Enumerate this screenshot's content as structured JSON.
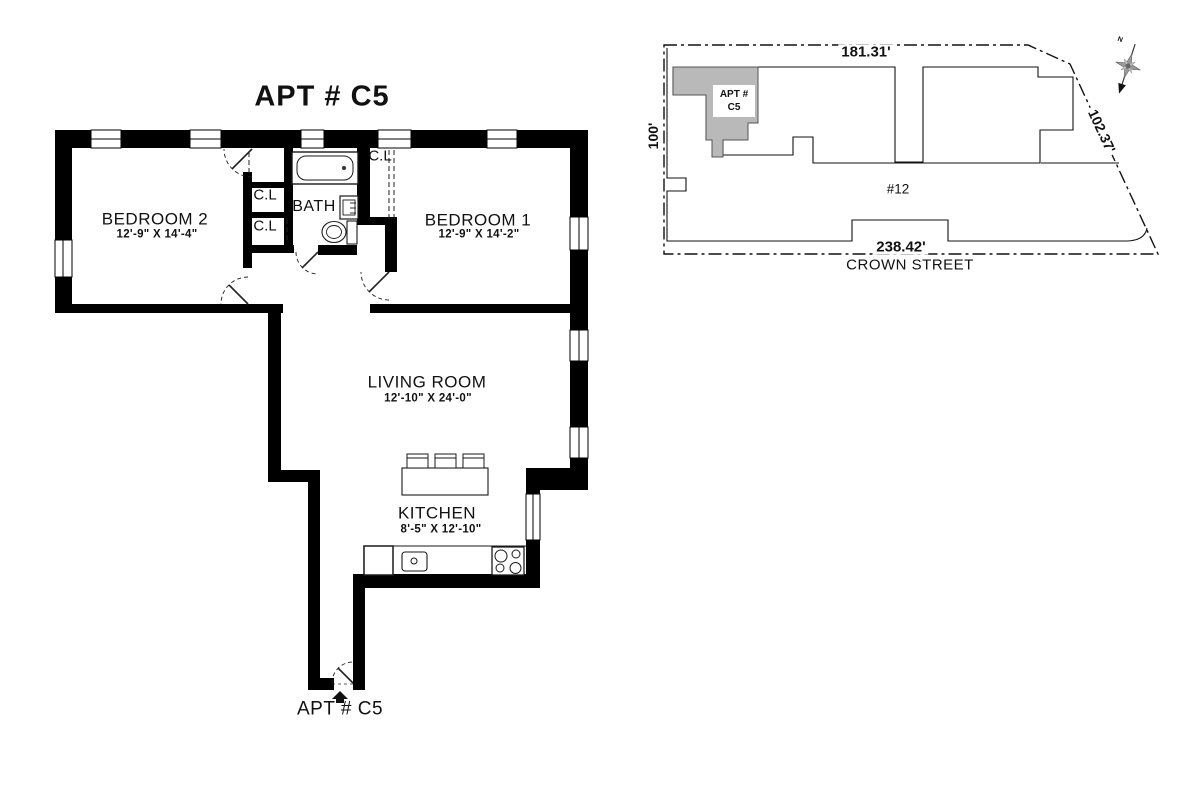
{
  "title": "APT # C5",
  "floor_plan": {
    "rooms": {
      "bedroom2": {
        "name": "BEDROOM 2",
        "dims": "12'-9\" X 14'-4\""
      },
      "bedroom1": {
        "name": "BEDROOM 1",
        "dims": "12'-9\" X 14'-2\""
      },
      "bath": {
        "name": "BATH"
      },
      "living": {
        "name": "LIVING ROOM",
        "dims": "12'-10\" X 24'-0\""
      },
      "kitchen": {
        "name": "KITCHEN",
        "dims": "8'-5\" X 12'-10\""
      }
    },
    "closet_label": "C.L",
    "entry_label": "APT # C5"
  },
  "site_plan": {
    "dim_top": "181.31'",
    "dim_left": "100'",
    "dim_right": "102.37'",
    "dim_bottom": "238.42'",
    "street": "CROWN STREET",
    "building_number": "#12",
    "apt_marker_line1": "APT #",
    "apt_marker_line2": "C5",
    "compass_north": "N",
    "apt_fill": "#b9b9b9"
  }
}
